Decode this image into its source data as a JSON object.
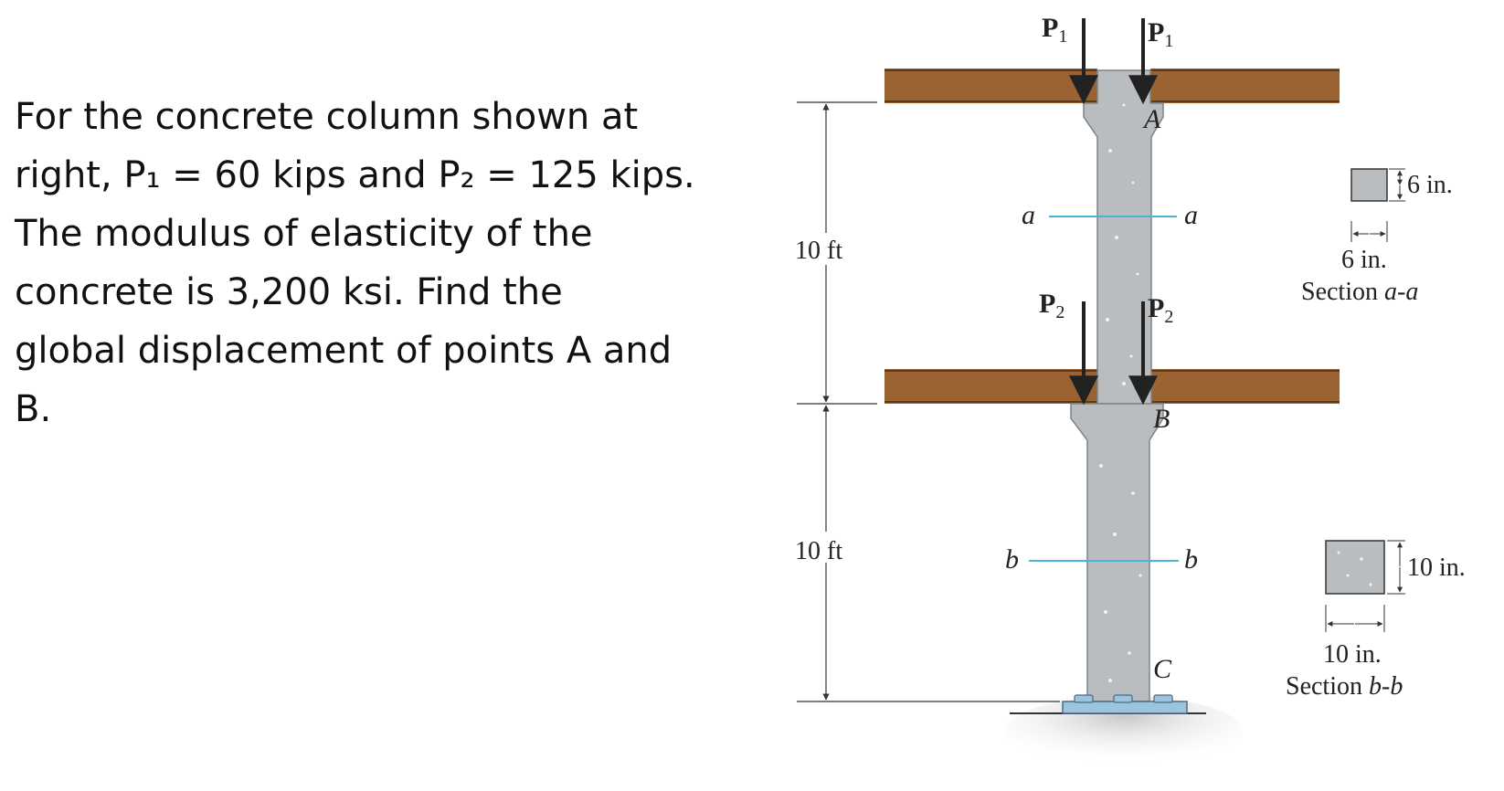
{
  "problem": {
    "line1": "For the concrete column shown at",
    "line2": "right, P₁ = 60 kips and P₂ = 125 kips.",
    "line3": "The modulus of elasticity of the",
    "line4": "concrete is 3,200 ksi.   Find the",
    "line5": "global displacement of points A and",
    "line6": "B."
  },
  "figure": {
    "load_top": {
      "letter": "P",
      "sub": "1"
    },
    "load_mid": {
      "letter": "P",
      "sub": "2"
    },
    "point_a": "A",
    "point_b": "B",
    "point_c": "C",
    "cut_a": "a",
    "cut_b": "b",
    "dim_upper": "10 ft",
    "dim_lower": "10 ft",
    "section_aa": {
      "height": "6 in.",
      "width": "6 in.",
      "title": "Section ",
      "name": "a-a"
    },
    "section_bb": {
      "height": "10 in.",
      "width": "10 in.",
      "title": "Section ",
      "name": "b-b"
    }
  },
  "colors": {
    "beam": "#9b6232",
    "concrete": "#b9bdc0",
    "cut_line": "#49b3d9",
    "base_plate": "#9cc4dc"
  }
}
